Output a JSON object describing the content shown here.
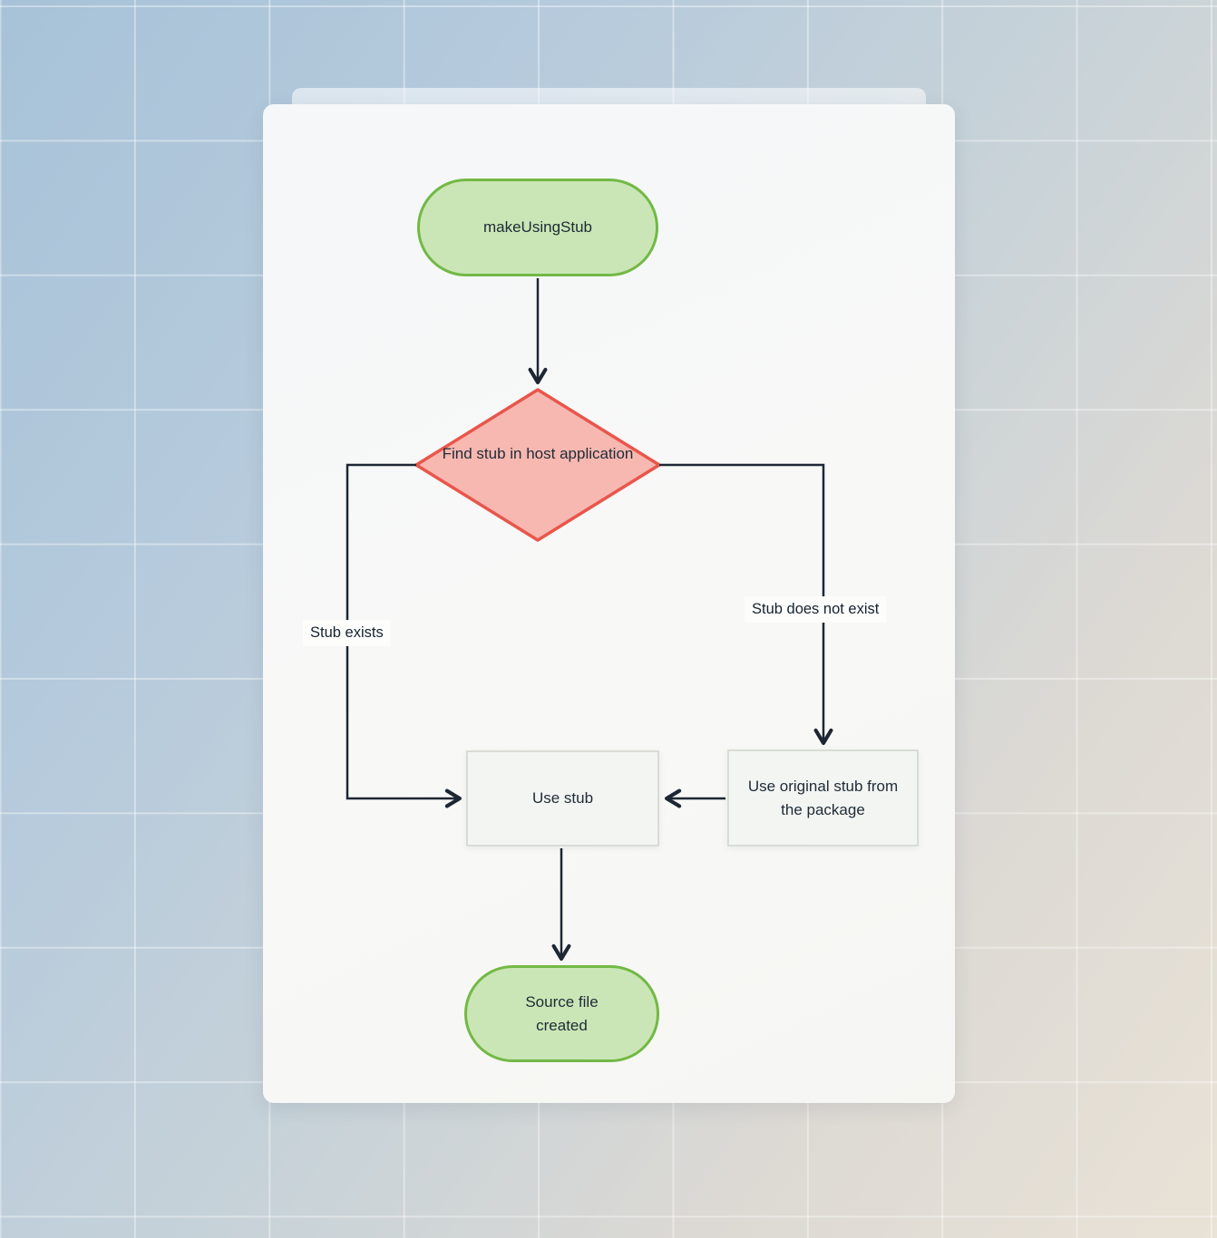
{
  "canvas": {
    "background_top_left": "#a7c2d8",
    "background_bottom_right": "#e9e2d6",
    "grid_color": "rgba(255,255,255,0.38)",
    "card_color": "#f7f8f8"
  },
  "colors": {
    "terminator_fill": "#cbe6b6",
    "terminator_stroke": "#72b945",
    "decision_fill": "#f7b8b1",
    "decision_stroke": "#e9564b",
    "process_fill": "#f3f5f2",
    "process_stroke": "#d8dcd4",
    "arrow": "#1d2733"
  },
  "diagram": {
    "nodes": [
      {
        "id": "start",
        "type": "terminator",
        "label": "makeUsingStub"
      },
      {
        "id": "decision",
        "type": "decision",
        "label": "Find stub in host application"
      },
      {
        "id": "use-stub",
        "type": "process",
        "label": "Use stub"
      },
      {
        "id": "use-original",
        "type": "process",
        "label": "Use original stub from the package"
      },
      {
        "id": "end",
        "type": "terminator",
        "label": "Source file created"
      }
    ],
    "edges": [
      {
        "from": "start",
        "to": "decision",
        "label": ""
      },
      {
        "from": "decision",
        "to": "use-stub",
        "label": "Stub exists"
      },
      {
        "from": "decision",
        "to": "use-original",
        "label": "Stub does not exist"
      },
      {
        "from": "use-original",
        "to": "use-stub",
        "label": ""
      },
      {
        "from": "use-stub",
        "to": "end",
        "label": ""
      }
    ]
  }
}
